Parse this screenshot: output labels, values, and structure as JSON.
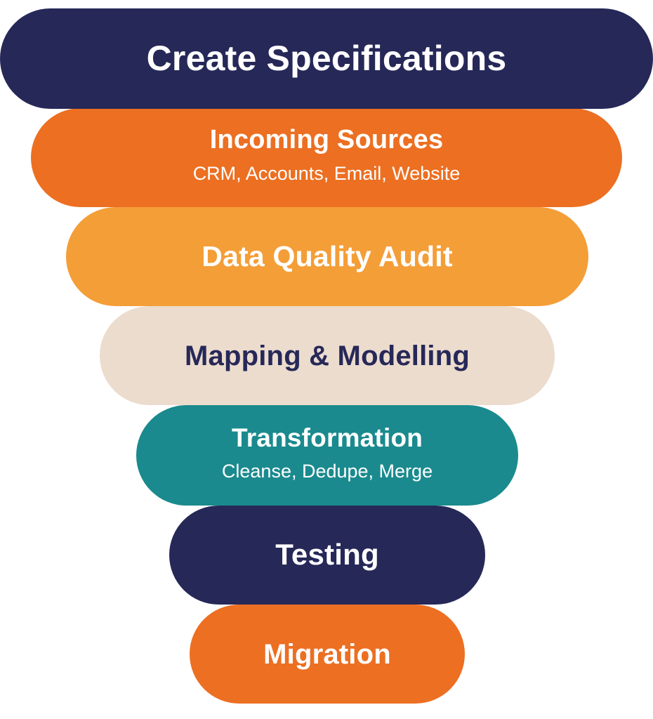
{
  "stages": [
    {
      "title": "Create Specifications",
      "subtitle": "",
      "bg_color": "#262858",
      "text_color": "#ffffff"
    },
    {
      "title": "Incoming Sources",
      "subtitle": "CRM, Accounts, Email, Website",
      "bg_color": "#ec6f22",
      "text_color": "#ffffff"
    },
    {
      "title": "Data Quality Audit",
      "subtitle": "",
      "bg_color": "#f49e38",
      "text_color": "#ffffff"
    },
    {
      "title": "Mapping & Modelling",
      "subtitle": "",
      "bg_color": "#ecdccd",
      "text_color": "#262858"
    },
    {
      "title": "Transformation",
      "subtitle": "Cleanse, Dedupe, Merge",
      "bg_color": "#1a8a8e",
      "text_color": "#ffffff"
    },
    {
      "title": "Testing",
      "subtitle": "",
      "bg_color": "#262858",
      "text_color": "#ffffff"
    },
    {
      "title": "Migration",
      "subtitle": "",
      "bg_color": "#ec6f22",
      "text_color": "#ffffff"
    }
  ]
}
